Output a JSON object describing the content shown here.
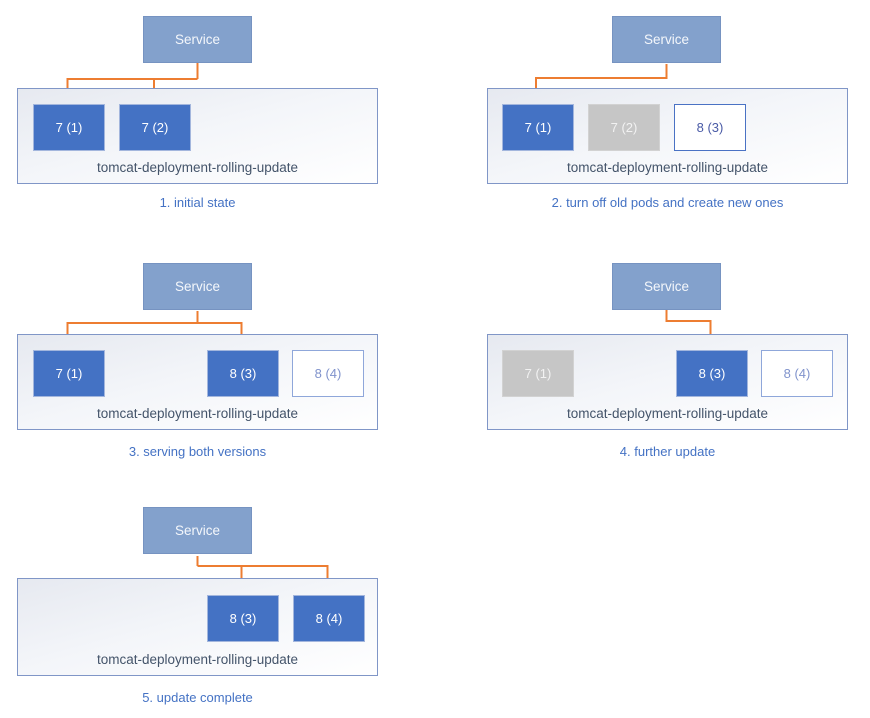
{
  "palette": {
    "service_fill": "#83a1cc",
    "pod_active_fill": "#4472c4",
    "pod_off_fill": "#c6c6c6",
    "pod_new_border": "#4a72c4",
    "pod_pending_border": "#8fa7da",
    "arrow": "#ed7d31",
    "deployment_border": "#8096c7",
    "deployment_label_text": "#44546a",
    "caption_text": "#4472c4"
  },
  "stages": [
    {
      "caption": "1. initial state",
      "service_label": "Service",
      "deployment_label": "tomcat-deployment-rolling-update",
      "pods": [
        {
          "label": "7 (1)",
          "state": "active"
        },
        {
          "label": "7 (2)",
          "state": "active"
        }
      ]
    },
    {
      "caption": "2. turn off old pods and create new ones",
      "service_label": "Service",
      "deployment_label": "tomcat-deployment-rolling-update",
      "pods": [
        {
          "label": "7 (1)",
          "state": "active"
        },
        {
          "label": "7 (2)",
          "state": "off"
        },
        {
          "label": "8 (3)",
          "state": "new"
        }
      ]
    },
    {
      "caption": "3. serving both versions",
      "service_label": "Service",
      "deployment_label": "tomcat-deployment-rolling-update",
      "pods": [
        {
          "label": "7 (1)",
          "state": "active"
        },
        {
          "label": "8 (3)",
          "state": "active"
        },
        {
          "label": "8 (4)",
          "state": "pending"
        }
      ]
    },
    {
      "caption": "4. further update",
      "service_label": "Service",
      "deployment_label": "tomcat-deployment-rolling-update",
      "pods": [
        {
          "label": "7 (1)",
          "state": "off"
        },
        {
          "label": "8 (3)",
          "state": "active"
        },
        {
          "label": "8 (4)",
          "state": "pending"
        }
      ]
    },
    {
      "caption": "5. update complete",
      "service_label": "Service",
      "deployment_label": "tomcat-deployment-rolling-update",
      "pods": [
        {
          "label": "8 (3)",
          "state": "active"
        },
        {
          "label": "8 (4)",
          "state": "active"
        }
      ]
    }
  ]
}
